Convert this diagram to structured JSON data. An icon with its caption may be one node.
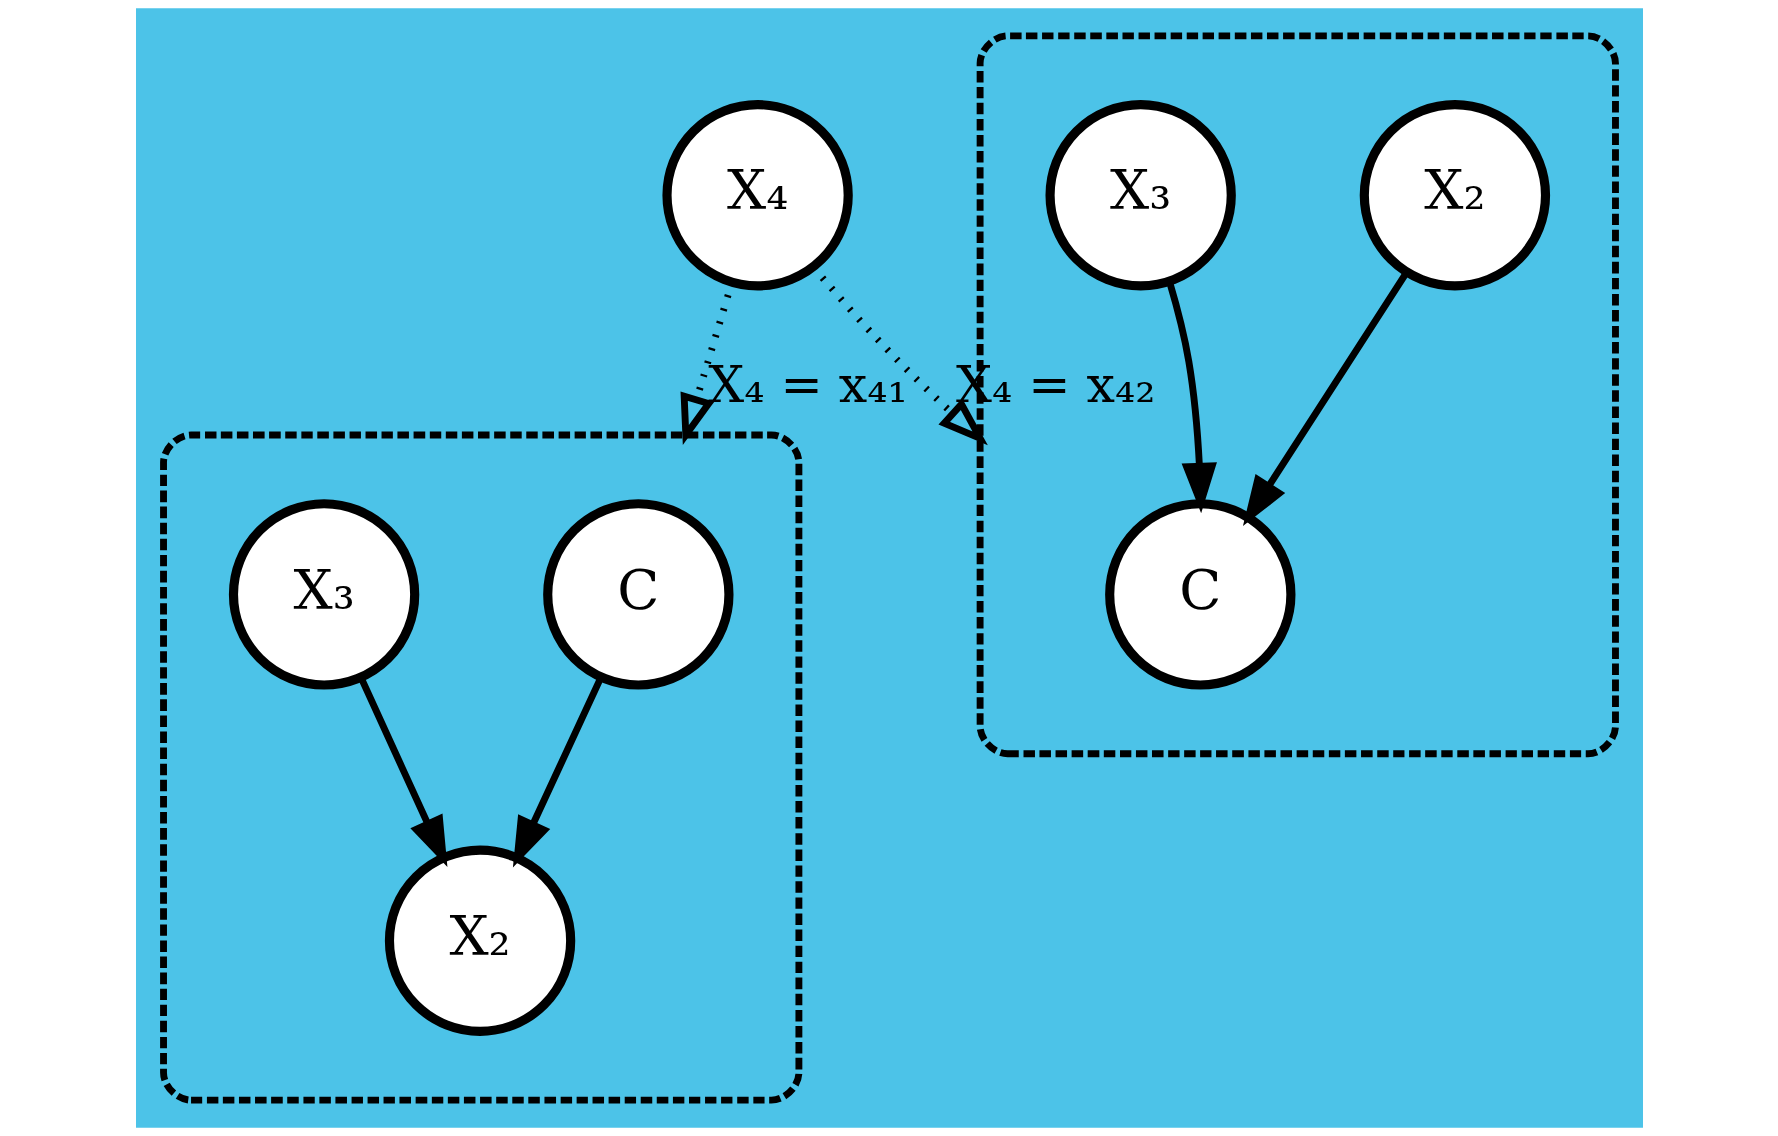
{
  "diagram": {
    "nodes": [
      {
        "text": [
          "X₄"
        ]
      },
      {
        "text": [],
        "shape": "ellipse"
      },
      {
        "text": [
          "C"
        ],
        "in": 1
      },
      {
        "text": [
          "X₂"
        ],
        "in": 1
      },
      {
        "text": [
          "X₃"
        ],
        "in": 1
      },
      {
        "text": [],
        "shape": "ellipse"
      },
      {
        "text": [
          "C"
        ],
        "in": 5
      },
      {
        "text": [
          "X₂"
        ],
        "in": 5
      },
      {
        "text": [
          "X₃"
        ],
        "in": 5
      }
    ],
    "edges": [
      {
        "from": 0,
        "to": 1,
        "arrow": "to",
        "label": "X₄ = x₄₁",
        "style": "dashed"
      },
      {
        "from": 0,
        "to": 5,
        "arrow": "to",
        "label": "X₄ = x₄₂",
        "style": "dashed"
      },
      {
        "from": 2,
        "to": 3,
        "arrow": "to"
      },
      {
        "from": 4,
        "to": 3,
        "arrow": "to"
      },
      {
        "from": 7,
        "to": 6,
        "arrow": "to"
      },
      {
        "from": 8,
        "to": 6,
        "arrow": "to"
      }
    ]
  }
}
